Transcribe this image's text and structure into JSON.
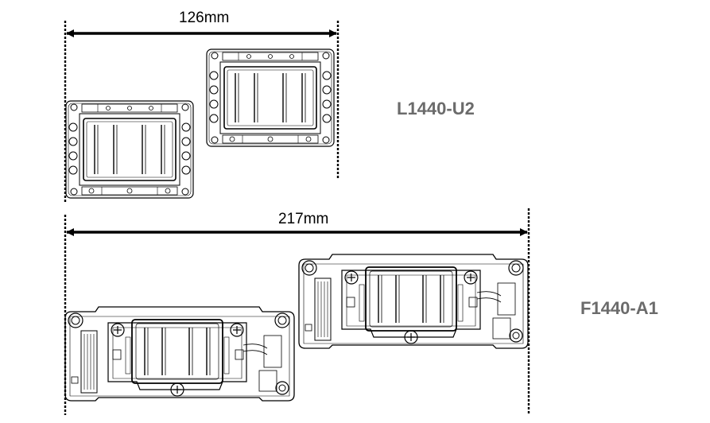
{
  "dimensions": {
    "top_width": "126mm",
    "bottom_width": "217mm"
  },
  "models": {
    "small_head": "L1440-U2",
    "large_head": "F1440-A1"
  },
  "colors": {
    "line": "#000000",
    "label": "#6b6b6b",
    "background": "#ffffff"
  }
}
